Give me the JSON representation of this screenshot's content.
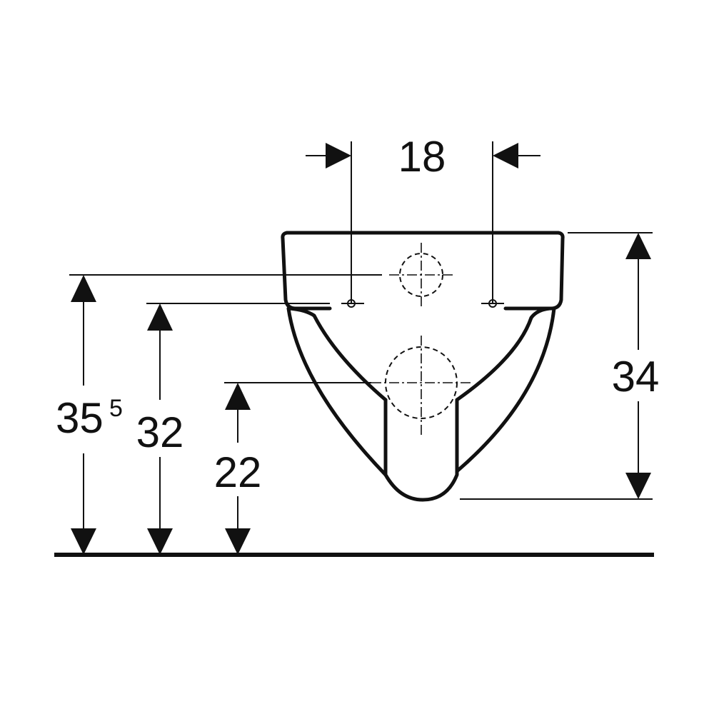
{
  "dimensions": {
    "width_between_bolts": "18",
    "total_height": "34",
    "height_inlet_main": "35",
    "height_inlet_sup": "5",
    "height_bolts": "32",
    "height_outlet": "22"
  },
  "colors": {
    "line": "#111111",
    "background": "#ffffff"
  }
}
